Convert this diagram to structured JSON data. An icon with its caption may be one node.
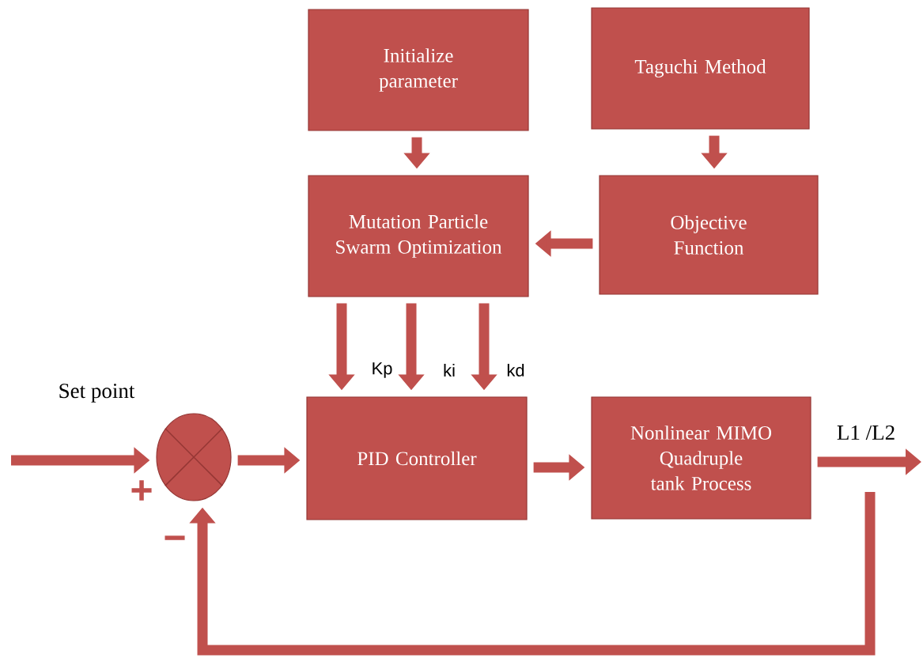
{
  "diagram": {
    "nodes": [
      {
        "text": [
          "Initialize parameter"
        ]
      },
      {
        "text": [
          "Taguchi  Method"
        ]
      },
      {
        "text": [
          "Mutation Particle Swarm Optimization"
        ]
      },
      {
        "text": [
          "Objective Function"
        ]
      },
      {
        "text": [],
        "shape": "circle"
      },
      {
        "text": [
          "PID Controller"
        ]
      },
      {
        "text": [
          "Nonlinear MIMO Quadruple tank Process"
        ]
      }
    ],
    "edges": [
      {
        "from": 0,
        "to": 2,
        "arrow": "to"
      },
      {
        "from": 1,
        "to": 3,
        "arrow": "to"
      },
      {
        "from": 3,
        "to": 2,
        "arrow": "to"
      },
      {
        "from": 2,
        "to": 5,
        "arrow": "to"
      },
      {
        "from": 2,
        "to": 5,
        "arrow": "to",
        "label": "Kp"
      },
      {
        "from": 2,
        "to": 5,
        "arrow": "to",
        "label": "ki"
      },
      {
        "from": null,
        "to": 4,
        "arrow": "to",
        "label": "Set point"
      },
      {
        "from": 4,
        "to": 5,
        "arrow": "to"
      },
      {
        "from": 5,
        "to": 6,
        "arrow": "to"
      },
      {
        "from": 6,
        "to": null,
        "arrow": "to",
        "label": "L1 /L2"
      },
      {
        "from": null,
        "to": 4,
        "arrow": "to"
      }
    ],
    "labels": [
      "kd",
      "+",
      "−"
    ]
  }
}
